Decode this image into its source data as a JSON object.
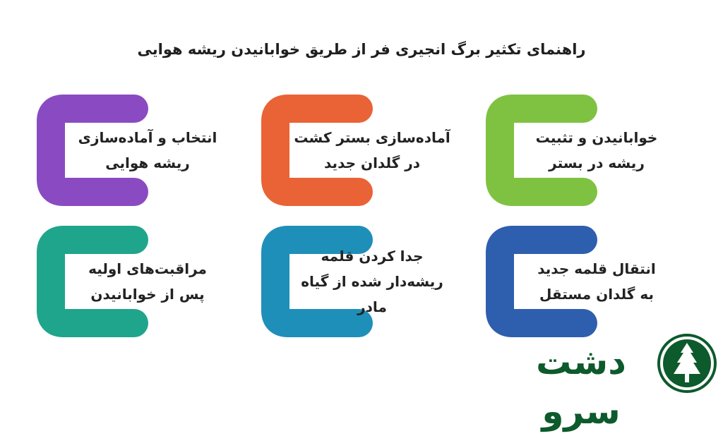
{
  "title": "راهنمای تکثیر برگ انجیری فر از طریق خوابانیدن ریشه هوایی",
  "cards": [
    {
      "line1": "انتخاب و آماده‌سازی",
      "line2": "ریشه هوایی",
      "color": "#8a4bc2"
    },
    {
      "line1": "آماده‌سازی بستر کشت",
      "line2": "در گلدان جدید",
      "color": "#e96336"
    },
    {
      "line1": "خوابانیدن و تثبیت",
      "line2": "ریشه در بستر",
      "color": "#7fc242"
    },
    {
      "line1": "مراقبت‌های اولیه",
      "line2": "پس از خوابانیدن",
      "color": "#1fa58c"
    },
    {
      "line1": "جدا کردن قلمه",
      "line2": "ریشه‌دار شده از گیاه مادر",
      "color": "#1e8fb8"
    },
    {
      "line1": "انتقال قلمه جدید",
      "line2": "به گلدان مستقل",
      "color": "#2e5fae"
    }
  ],
  "logo": {
    "text": "دشت سرو",
    "color": "#0d5a2c",
    "icon": "tree-icon"
  }
}
